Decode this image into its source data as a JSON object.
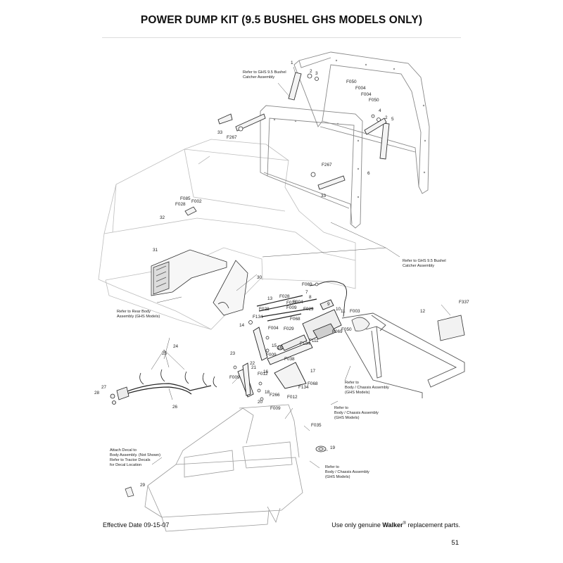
{
  "page": {
    "title": "POWER DUMP KIT (9.5 BUSHEL GHS MODELS ONLY)",
    "effective_date": "Effective Date 09-15-07",
    "footer_prefix": "Use only genuine ",
    "footer_brand": "Walker",
    "footer_reg": "®",
    "footer_suffix": " replacement parts.",
    "page_number": "51"
  },
  "notes": [
    {
      "id": "ghs-catcher-1",
      "lines": [
        "Refer to GHS 9.5 Bushel",
        "Catcher Assembly"
      ]
    },
    {
      "id": "ghs-catcher-2",
      "lines": [
        "Refer to GHS 9.5 Bushel",
        "Catcher Assembly"
      ]
    },
    {
      "id": "rear-body",
      "lines": [
        "Refer to Rear Body",
        "Assembly (GHS Models)"
      ]
    },
    {
      "id": "chassis-1",
      "lines": [
        "Refer to",
        "Body / Chassis Assembly",
        "(GHS Models)"
      ]
    },
    {
      "id": "chassis-2",
      "lines": [
        "Refer to",
        "Body / Chassis Assembly",
        "(GHS Models)"
      ]
    },
    {
      "id": "chassis-3",
      "lines": [
        "Refer to",
        "Body / Chassis Assembly",
        "(GHS Models)"
      ]
    },
    {
      "id": "decal",
      "lines": [
        "Attach Decal to",
        "Body Assembly. (Not Shown)",
        "Refer to Tractor Decals",
        "for Decal Location"
      ]
    }
  ],
  "callouts": [
    "1",
    "2",
    "3",
    "F050",
    "F004",
    "F004",
    "F050",
    "4",
    "2",
    "5",
    "33",
    "F267",
    "6",
    "F267",
    "33",
    "F085",
    "F028",
    "F002",
    "32",
    "31",
    "30",
    "F069",
    "F028",
    "7",
    "13",
    "8",
    "F028",
    "F004",
    "F009",
    "9",
    "10",
    "11",
    "F029",
    "F003",
    "F028",
    "F068",
    "F069",
    "F050",
    "14",
    "F134",
    "F029",
    "F004",
    "12",
    "F337",
    "F111",
    "F134",
    "15",
    "16",
    "23",
    "F009",
    "F038",
    "22",
    "21",
    "17",
    "F012",
    "16",
    "F009",
    "F068",
    "F134",
    "18",
    "F266",
    "F012",
    "20",
    "25",
    "24",
    "27",
    "28",
    "26",
    "F009",
    "F035",
    "19",
    "29"
  ]
}
